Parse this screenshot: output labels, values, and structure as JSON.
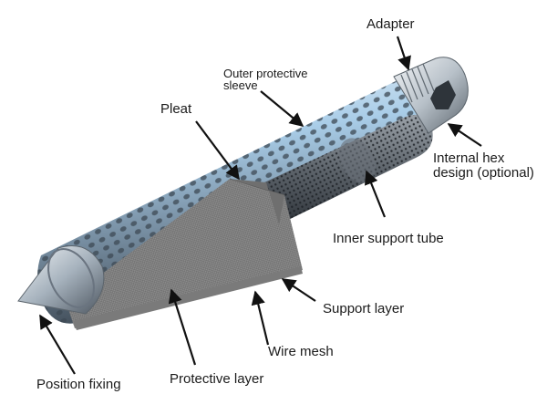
{
  "labels": {
    "adapter": "Adapter",
    "outer_sleeve_line1": "Outer protective",
    "outer_sleeve_line2": "sleeve",
    "pleat": "Pleat",
    "internal_hex_line1": "Internal hex",
    "internal_hex_line2": "design (optional)",
    "inner_support_tube": "Inner support tube",
    "support_layer": "Support layer",
    "wire_mesh": "Wire mesh",
    "protective_layer": "Protective layer",
    "position_fixing": "Position fixing"
  },
  "colors": {
    "text": "#1b1b1b",
    "arrow": "#111111",
    "steel_light": "#dfe7ee",
    "steel_mid": "#9aa8b5",
    "steel_dark": "#4b5660",
    "sleeve_blue": "#a9cde8",
    "mesh_gray": "#8d8d8d"
  }
}
